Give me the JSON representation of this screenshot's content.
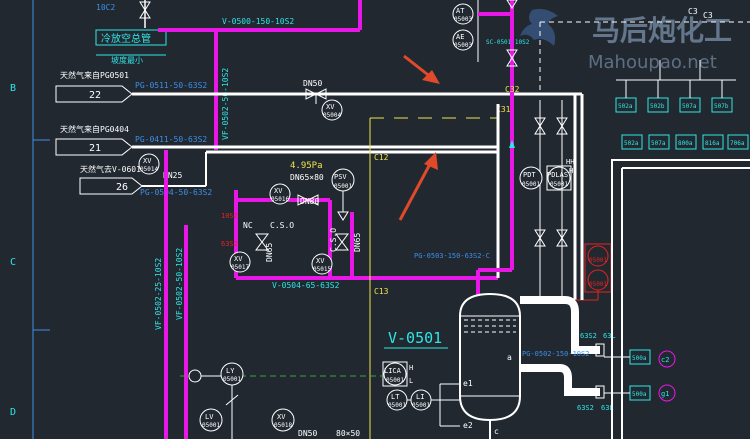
{
  "colors": {
    "background": "#212830",
    "process_line": "#e817e8",
    "utility_line": "#ffffff",
    "label_cyan": "#2fe6e6",
    "label_blue": "#3d8fe6",
    "label_yellow": "#f0e44a",
    "instrument_red": "#e52323",
    "arrow_red": "#e04a2a",
    "text_white": "#e8e8e8",
    "watermark": "#9ab6d8"
  },
  "border": {
    "row_b": "B",
    "row_c": "C",
    "row_d": "D"
  },
  "top": {
    "tag_1002": "10C2",
    "cooling_title": "冷放空总管",
    "cooling_note": "坡度最小",
    "line_v0500": "V-0500-150-10S2",
    "line_vf_left": "VF-0502-25-10S2",
    "line_vf_mid": "VF-0502-50-10S2"
  },
  "nitrogen": {
    "from_1": "天然气来自PG0501",
    "num_1": "22",
    "line_1": "PG-0511-50-63S2",
    "dn_1": "DN50",
    "xv_1_name": "XV",
    "xv_1_tag": "05004",
    "from_2": "天然气来自PG0404",
    "num_2": "21",
    "line_2": "PG-0411-50-63S2",
    "to_3": "天然气去V-0601",
    "num_3": "26",
    "line_3": "PG-0504-50-63S2",
    "dn_3": "DN25",
    "xv_3_name": "XV",
    "xv_3_tag": "05014"
  },
  "center": {
    "c12": "C12",
    "c13": "C13",
    "c32": "C32",
    "c31": "C31",
    "pressure": "4.95Pa",
    "dn65": "DN65×80",
    "psv_name": "PSV",
    "psv_tag": "05001",
    "xv16_name": "XV",
    "xv16_tag": "05016",
    "dn80": "DN80",
    "nc": "NC",
    "cso1": "C.S.O",
    "cso2": "C.S.O",
    "dn65b": "DN65",
    "dn65c": "DN65",
    "xv17_name": "XV",
    "xv17_tag": "05017",
    "xv15_name": "XV",
    "xv15_tag": "05015",
    "s1": "10S2",
    "s2": "63S2",
    "line_v0504": "V-0504-65-63S2",
    "line_pg0503": "PG-0503-150-63S2-C",
    "vessel_title": "V-0501",
    "at_name": "AT",
    "at_tag": "05003",
    "ae_name": "AE",
    "ae_tag": "05003",
    "at_ae_line": "SC-0501-10S2"
  },
  "bottom": {
    "ly_name": "LY",
    "ly_tag": "05001",
    "lv_name": "LV",
    "lv_tag": "05001",
    "xv18_name": "XV",
    "xv18_tag": "05018",
    "dn50": "DN50",
    "size": "80×50",
    "lica_name": "LICA",
    "lica_tag": "05001",
    "lt_name": "LT",
    "lt_tag": "05001",
    "li_name": "LI",
    "li_tag": "05001",
    "h": "H",
    "l": "L",
    "e1": "e1",
    "e2": "e2",
    "a": "a",
    "c": "c",
    "line_lower": "PG-0502-150-10S2"
  },
  "right": {
    "pdt_name": "PDT",
    "pdt_tag": "05001",
    "pdlas_name": "PDLAS",
    "pdlas_tag": "05001",
    "hh": "HH",
    "h": "H",
    "ti_tag": "05001",
    "ts_tag": "05001",
    "boxes_top": [
      "C3",
      "C3"
    ],
    "boxes_row1": [
      "502a",
      "502b",
      "507a",
      "507b"
    ],
    "boxes_row2": [
      "502a",
      "507a",
      "800a",
      "816a",
      "706a"
    ],
    "side_boxes": [
      "500a",
      "500a"
    ],
    "side_circles": [
      "c2",
      "g1"
    ],
    "s_tags": [
      "63S2",
      "63L",
      "63S2",
      "63L"
    ]
  },
  "watermark": {
    "cn": "马后炮化工",
    "en": "Mahoupao.net"
  }
}
